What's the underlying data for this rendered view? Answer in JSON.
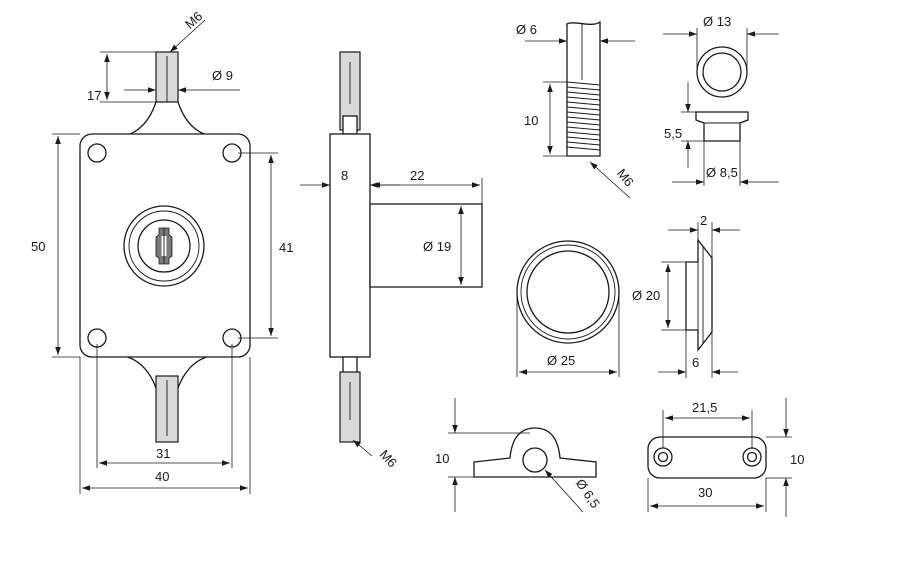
{
  "labels": {
    "m6_top": "M6",
    "d9": "Ø 9",
    "h17": "17",
    "h50": "50",
    "h41": "41",
    "w31": "31",
    "w40": "40",
    "w8": "8",
    "w22": "22",
    "d19": "Ø 19",
    "m6_bolt": "M6",
    "d6_rod": "Ø 6",
    "h10_rod": "10",
    "m6_rod": "M6",
    "d13": "Ø 13",
    "h5_5": "5,5",
    "d8_5": "Ø 8,5",
    "d25": "Ø 25",
    "w2": "2",
    "d20": "Ø 20",
    "w6": "6",
    "h10_keeper": "10",
    "d6_5": "Ø 6,5",
    "w21_5": "21,5",
    "h10_plate": "10",
    "w30": "30"
  }
}
